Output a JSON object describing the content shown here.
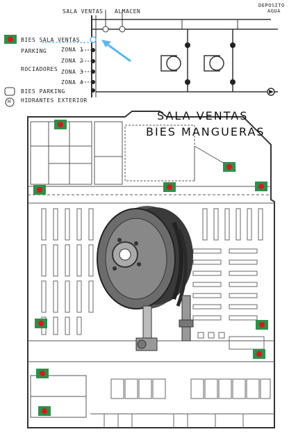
{
  "schematic": {
    "top_labels": {
      "sala_ventas": "SALA VENTAS",
      "almacen": "ALMACEN",
      "deposito": "DEPOSITO",
      "agua": "AGUA"
    },
    "legend": {
      "bies_sala_ventas": "BIES SALA VENTAS",
      "parking": "PARKING",
      "rociadores": "ROCIADORES",
      "bies_parking": "BIES PARKING",
      "hidrantes_exterior": "HIDRANTES EXTERIOR",
      "hydrant_symbol": "H"
    },
    "zones": [
      "ZONA 1",
      "ZONA 2",
      "ZONA 3",
      "ZONA 4"
    ]
  },
  "plan": {
    "title_line1": "SALA VENTAS",
    "title_line2": "BIES MANGUERAS"
  },
  "colors": {
    "marker_red": "#cc1f1f",
    "marker_green": "#2f8f4a",
    "highlight_blue": "#5bb8e8",
    "ink": "#222222",
    "reel_dark": "#333333"
  }
}
